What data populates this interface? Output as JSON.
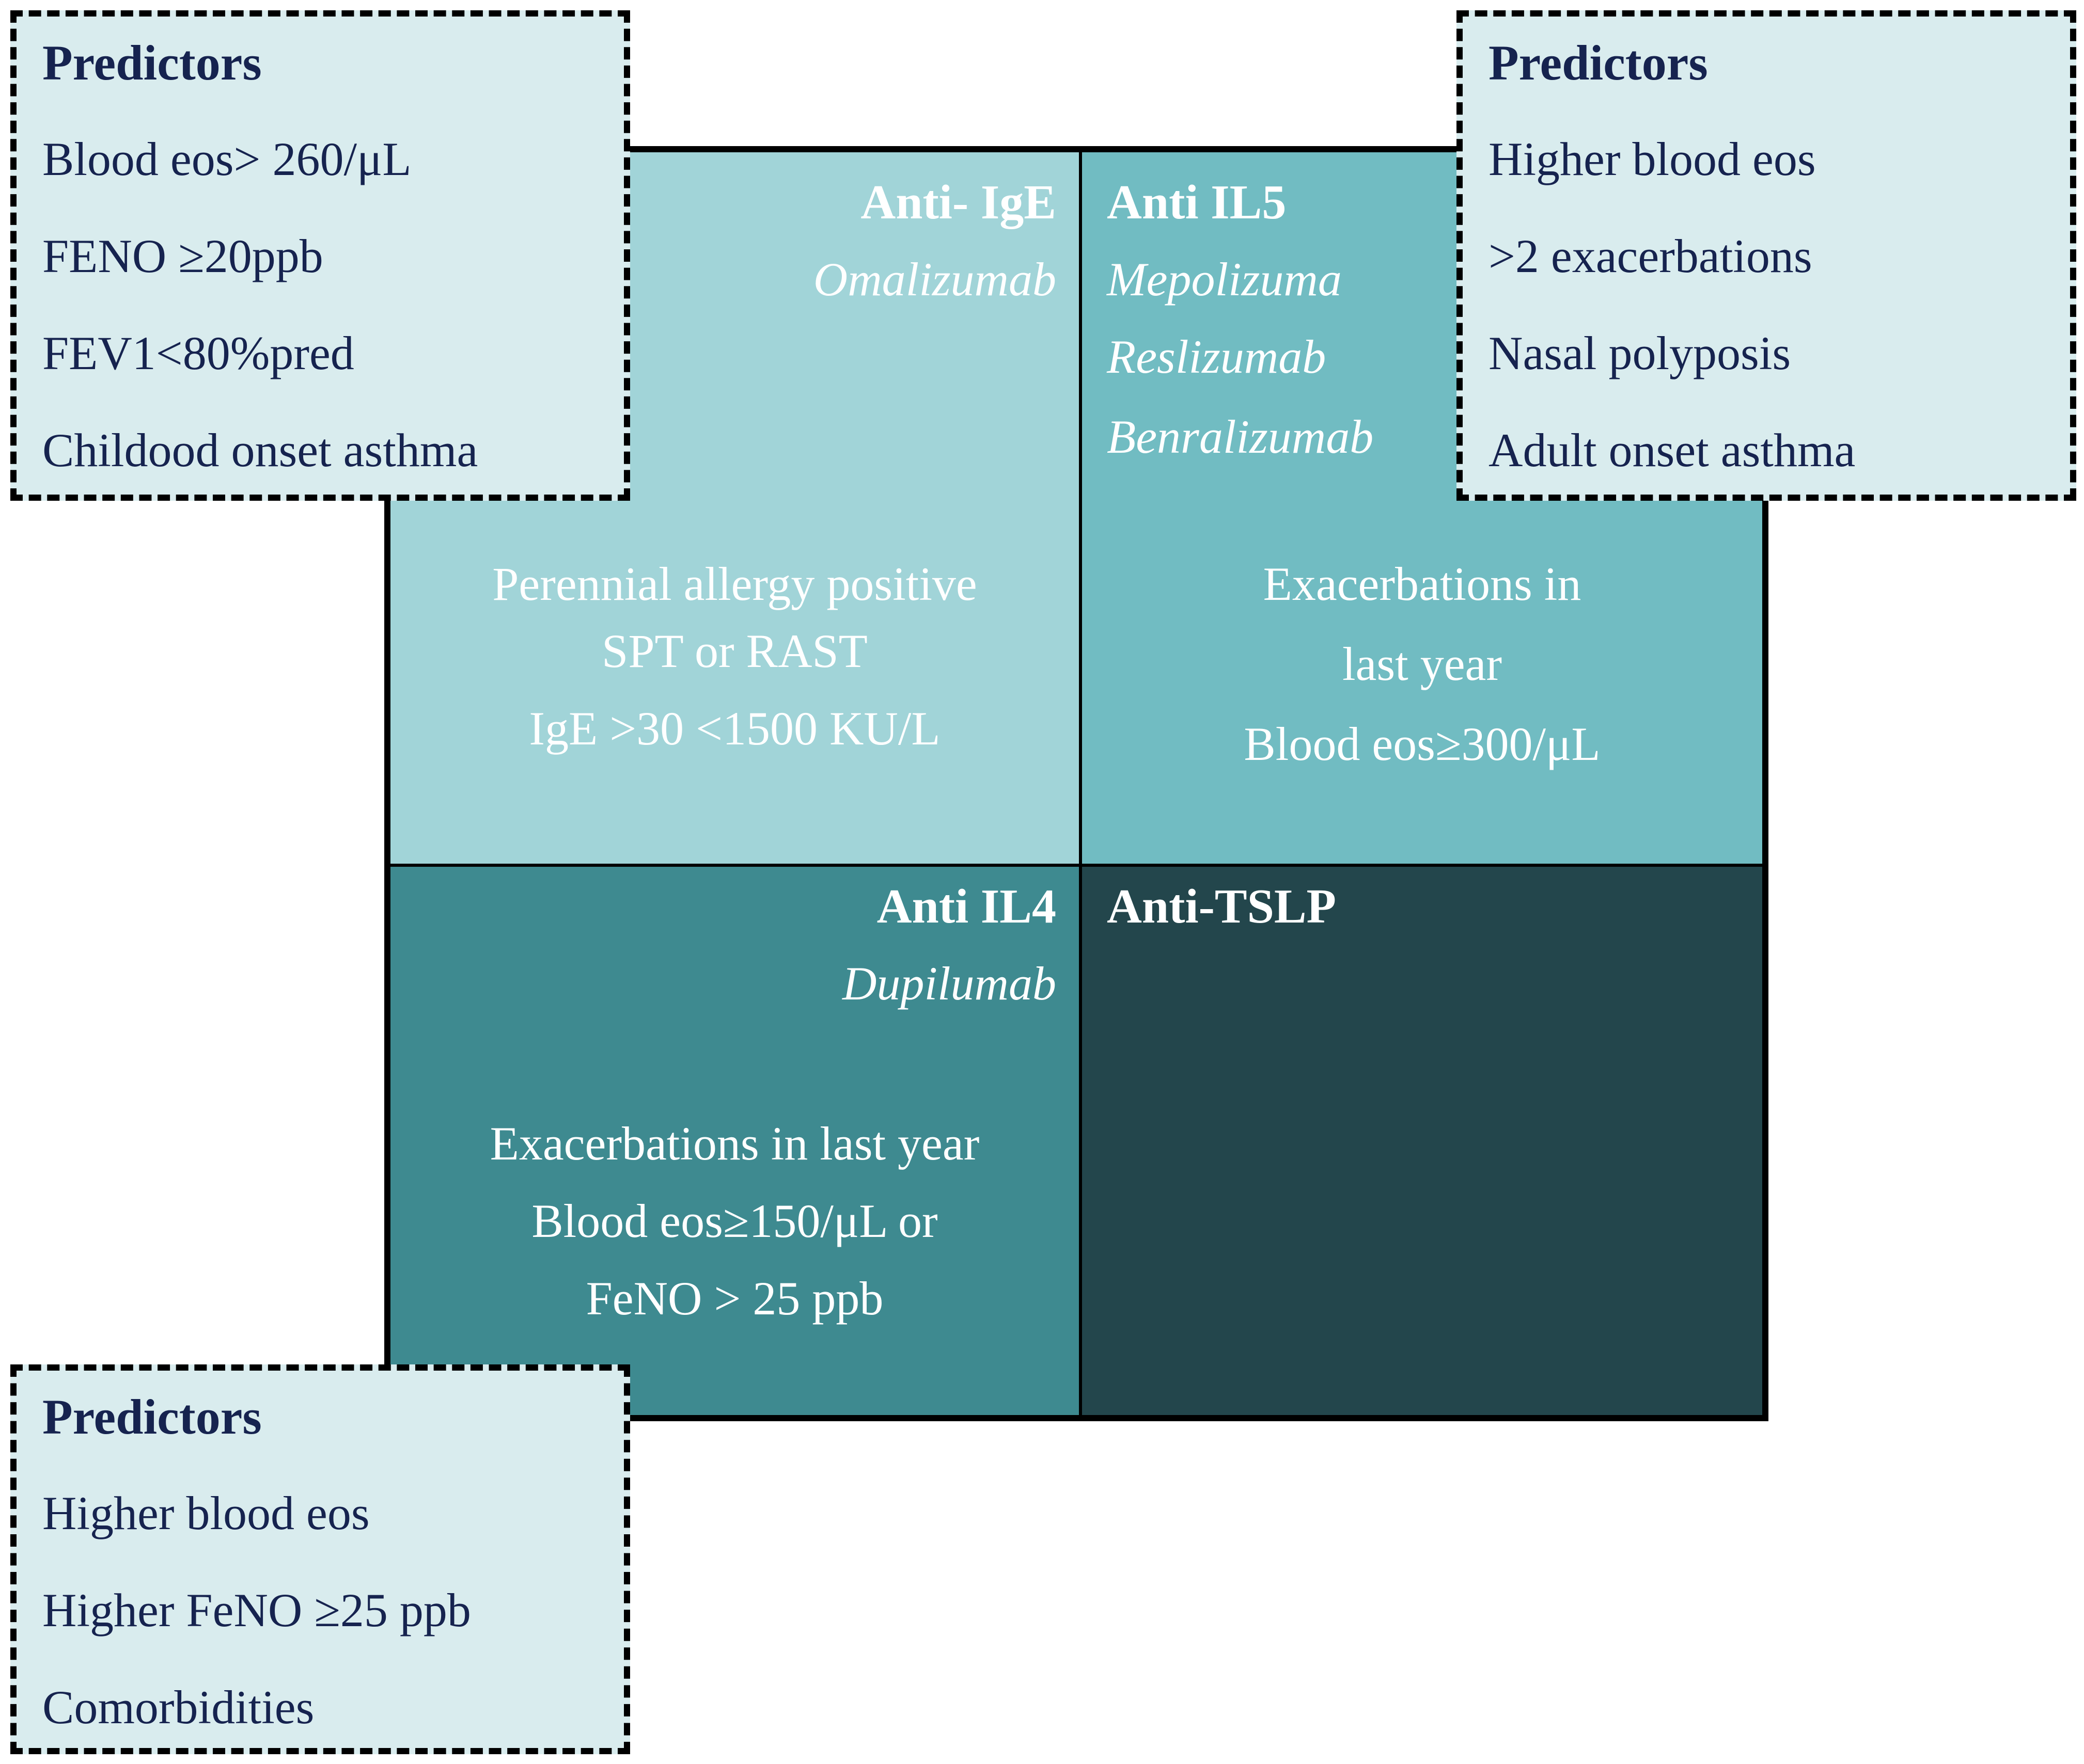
{
  "quadrants": {
    "ige": {
      "title": "Anti- IgE",
      "drugs": [
        "Omalizumab"
      ],
      "criteria": [
        "Perennial allergy positive",
        "SPT or RAST",
        "IgE >30 <1500 KU/L"
      ],
      "color": "#a1d4d8"
    },
    "il5": {
      "title": "Anti IL5",
      "drugs": [
        "Mepolizuma",
        "Reslizumab",
        "Benralizumab"
      ],
      "criteria": [
        "Exacerbations in",
        "last year",
        "Blood eos≥300/μL"
      ],
      "color": "#71bcc2"
    },
    "il4": {
      "title": "Anti IL4",
      "drugs": [
        "Dupilumab"
      ],
      "criteria": [
        "Exacerbations in last year",
        "Blood eos≥150/μL or",
        "FeNO > 25 ppb"
      ],
      "color": "#3e8a90"
    },
    "tslp": {
      "title": "Anti-TSLP",
      "color": "#23464c"
    }
  },
  "predictors": {
    "top_left": {
      "heading": "Predictors",
      "items": [
        "Blood eos> 260/μL",
        "FENO ≥20ppb",
        "FEV1<80%pred",
        "Childood onset asthma"
      ]
    },
    "top_right": {
      "heading": "Predictors",
      "items": [
        "Higher blood eos",
        ">2 exacerbations",
        "Nasal polyposis",
        "Adult onset asthma"
      ]
    },
    "bottom_left": {
      "heading": "Predictors",
      "items": [
        "Higher blood eos",
        "Higher FeNO ≥25 ppb",
        "Comorbidities"
      ]
    }
  },
  "colors": {
    "predictor_bg": "#d9ecee",
    "predictor_text": "#16234f"
  }
}
